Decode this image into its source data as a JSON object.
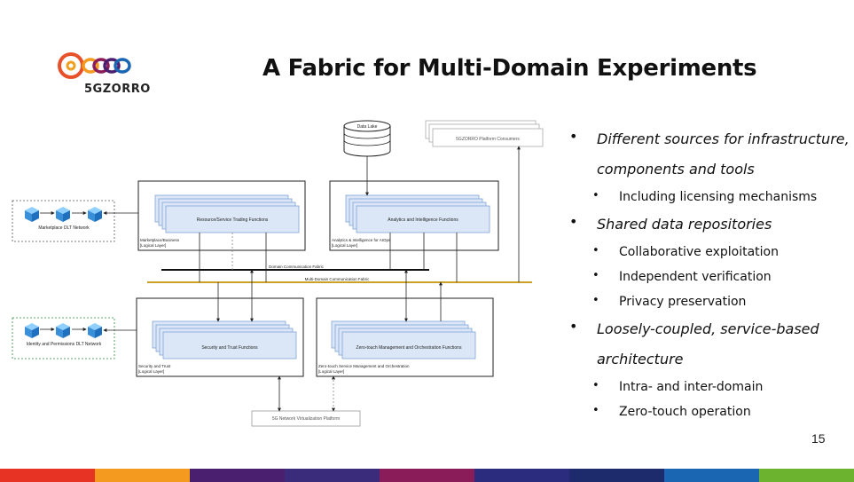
{
  "logo": {
    "text": "5GZORRO"
  },
  "title": "A Fabric for Multi-Domain Experiments",
  "diagram": {
    "data_lake": "Data Lake",
    "platform_consumers": "5GZORRO Platform Consumers",
    "marketplace_dlt": "Marketplace DLT Network",
    "identity_dlt": "Identity and Permissions DLT Network",
    "trading_functions": "Resource/Service Trading Functions",
    "marketplace_layer": [
      "Marketplace/Business",
      "[Logical Layer]"
    ],
    "analytics_functions": "Analytics and Intelligence Functions",
    "analytics_layer": [
      "Analytics & Intelligence for AIOps",
      "[Logical Layer]"
    ],
    "domain_fabric": "Domain Communication Fabric",
    "multi_domain_fabric": "Multi-Domain Communication Fabric",
    "security_functions": "Security and Trust Functions",
    "security_layer": [
      "Security and Trust",
      "[Logical Layer]"
    ],
    "zsm_functions": "Zero-touch Management and Orchestration Functions",
    "zsm_layer": [
      "Zero-touch Service Management and Orchestration",
      "[Logical Layer]"
    ],
    "nfv_platform": "5G Network Virtualization Platform"
  },
  "bullets": [
    {
      "level": 1,
      "text": "Different sources for infrastructure,"
    },
    {
      "level": 1,
      "text": "components and tools"
    },
    {
      "level": 2,
      "text": "Including licensing mechanisms"
    },
    {
      "level": 1,
      "text": "Shared data repositories"
    },
    {
      "level": 2,
      "text": "Collaborative exploitation"
    },
    {
      "level": 2,
      "text": "Independent verification"
    },
    {
      "level": 2,
      "text": "Privacy preservation"
    },
    {
      "level": 1,
      "text": "Loosely-coupled, service-based"
    },
    {
      "level": 1,
      "text": "architecture"
    },
    {
      "level": 2,
      "text": "Intra- and inter-domain"
    },
    {
      "level": 2,
      "text": "Zero-touch operation"
    }
  ],
  "page_number": "15",
  "footer_colors": [
    "#e63323",
    "#f39a1f",
    "#4b1f6f",
    "#3a2c7a",
    "#8a1c5a",
    "#2c2c7e",
    "#1d2a6b",
    "#1a66b3",
    "#6cb42f"
  ]
}
